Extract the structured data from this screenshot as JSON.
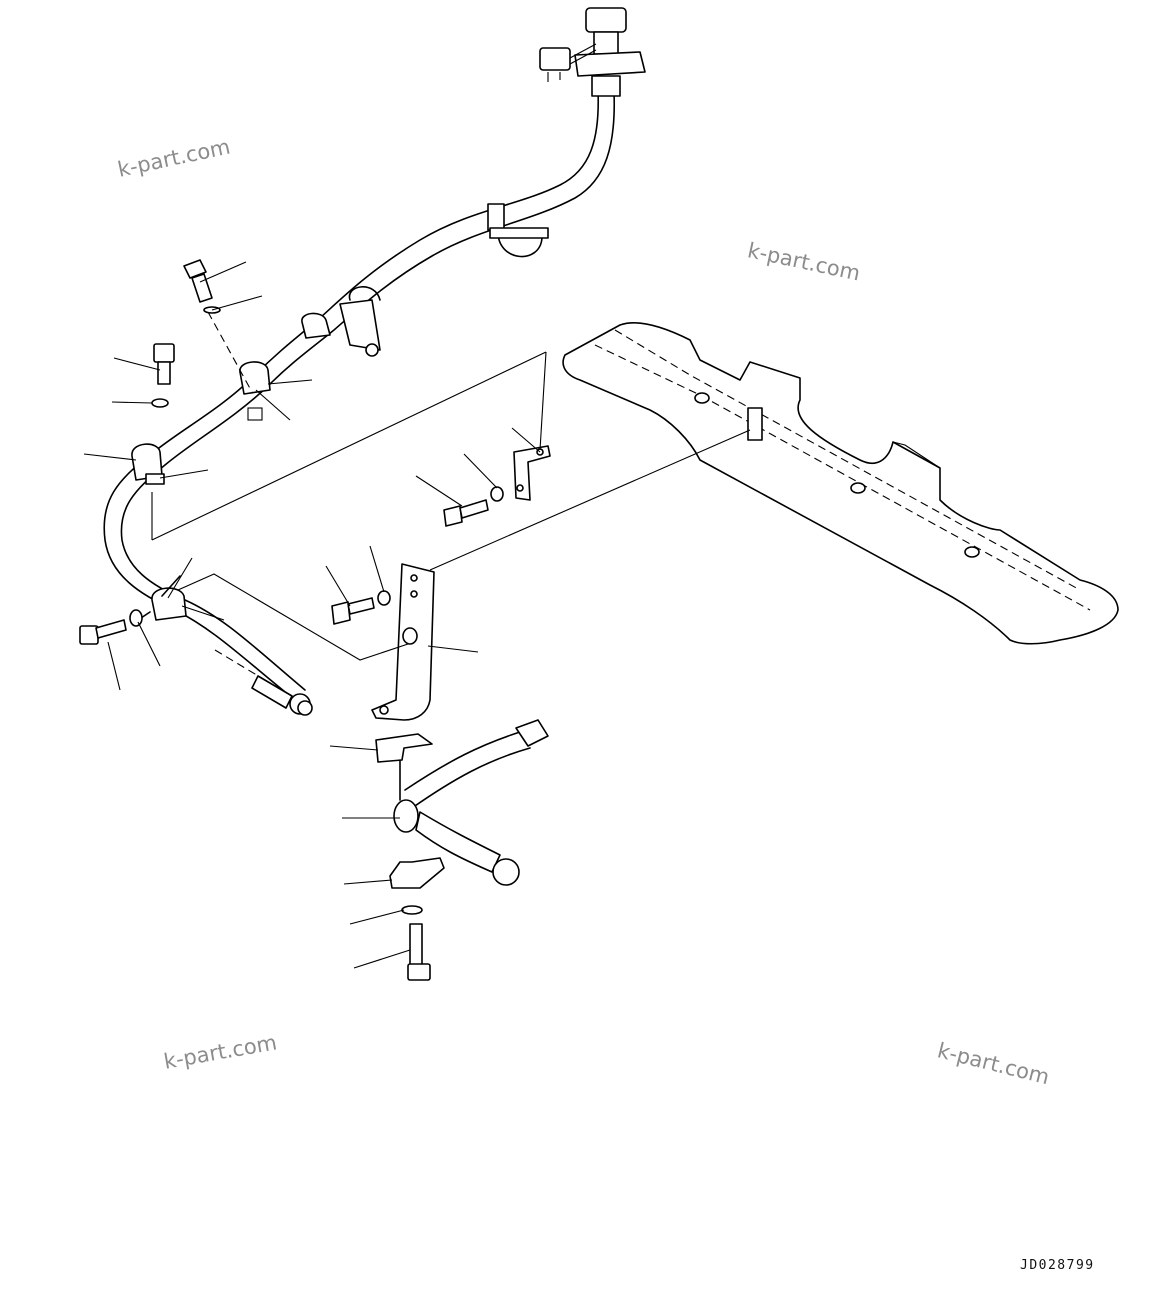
{
  "watermarks": [
    {
      "text": "k-part.com"
    },
    {
      "text": "k-part.com"
    },
    {
      "text": "k-part.com"
    },
    {
      "text": "k-part.com"
    }
  ],
  "drawing_code": "JD028799"
}
